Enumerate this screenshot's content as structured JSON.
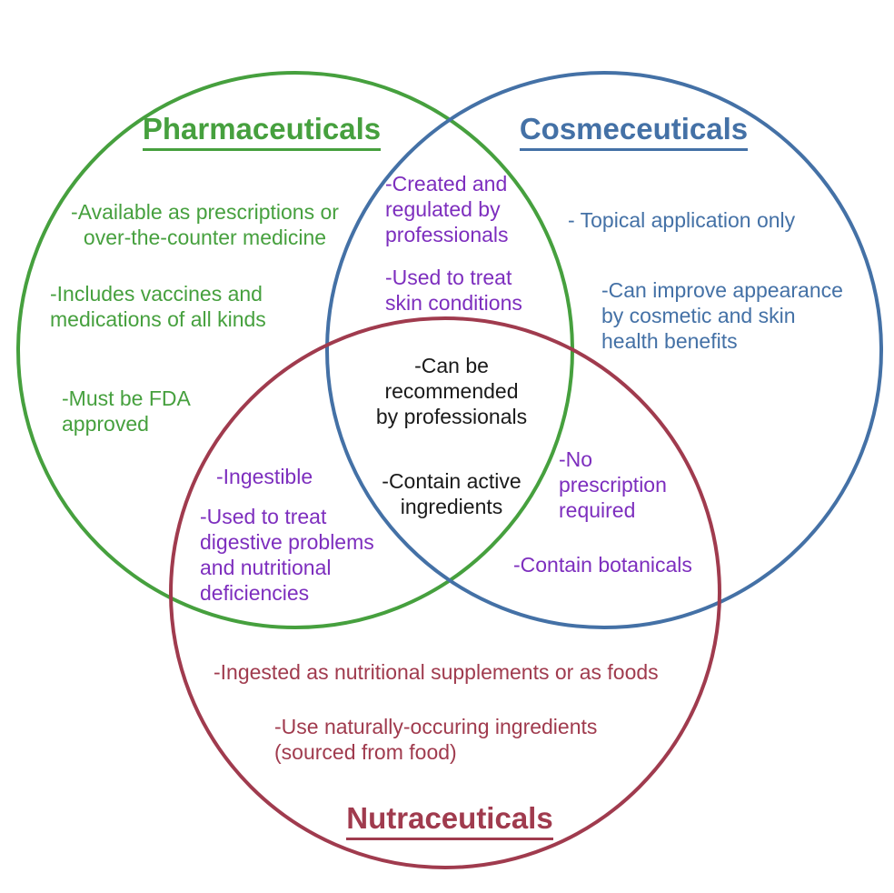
{
  "venn": {
    "sets": [
      {
        "id": "pharmaceuticals",
        "label": "Pharmaceuticals",
        "color": "#46A03E"
      },
      {
        "id": "cosmeceuticals",
        "label": "Cosmeceuticals",
        "color": "#4471A6"
      },
      {
        "id": "nutraceuticals",
        "label": "Nutraceuticals",
        "color": "#A03B4E"
      }
    ],
    "intersection_text_color": "#7D2EBE",
    "center_text_color": "#1A1A1A",
    "regions": {
      "pharma_only": {
        "items": [
          "-Available as prescriptions or\nover-the-counter medicine",
          "-Includes vaccines and\nmedications of all kinds",
          "-Must be FDA\napproved"
        ]
      },
      "cosme_only": {
        "items": [
          "- Topical application only",
          "-Can improve appearance\nby cosmetic and skin\nhealth benefits"
        ]
      },
      "nutra_only": {
        "items": [
          "-Ingested as nutritional supplements or as foods",
          "-Use naturally-occuring ingredients\n(sourced from food)"
        ]
      },
      "pharma_cosme": {
        "items": [
          "-Created and\nregulated by\nprofessionals",
          "-Used to treat\nskin conditions"
        ]
      },
      "pharma_nutra": {
        "items": [
          "-Ingestible",
          "-Used to treat\ndigestive problems\nand nutritional\ndeficiencies"
        ]
      },
      "cosme_nutra": {
        "items": [
          "-No\nprescription\nrequired",
          "-Contain botanicals"
        ]
      },
      "all_three": {
        "items": [
          "-Can be\nrecommended\nby professionals",
          "-Contain active\ningredients"
        ]
      }
    }
  }
}
